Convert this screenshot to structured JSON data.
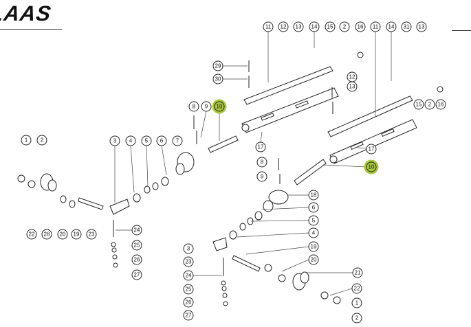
{
  "brand": {
    "logo_text": "CLAAS",
    "visible_text": "LAAS"
  },
  "highlight_color": "#a8c83a",
  "callouts": {
    "top_row": [
      "11",
      "12",
      "13",
      "14",
      "15",
      "2",
      "16",
      "11",
      "14",
      "31",
      "13"
    ],
    "upper_left_rail": [
      "29",
      "30"
    ],
    "upper_right_rail": [
      "12",
      "13"
    ],
    "right_end": [
      "15",
      "2",
      "16"
    ],
    "shaft_left": [
      "8",
      "9",
      "10"
    ],
    "tubes": [
      "17",
      "17"
    ],
    "shaft_right": [
      "8",
      "9",
      "10"
    ],
    "left_top": [
      "1",
      "2"
    ],
    "left_mid_row": [
      "3",
      "4",
      "5",
      "6",
      "7"
    ],
    "right_column": [
      "18",
      "6",
      "5",
      "4",
      "19",
      "20",
      "21",
      "22",
      "1",
      "2"
    ],
    "left_bottom_row": [
      "22",
      "28",
      "20",
      "19",
      "23"
    ],
    "left_hardware": [
      "24",
      "25",
      "26",
      "27"
    ],
    "right_hardware": [
      "3",
      "23",
      "24",
      "25",
      "26",
      "27"
    ]
  },
  "highlighted_part": "10"
}
